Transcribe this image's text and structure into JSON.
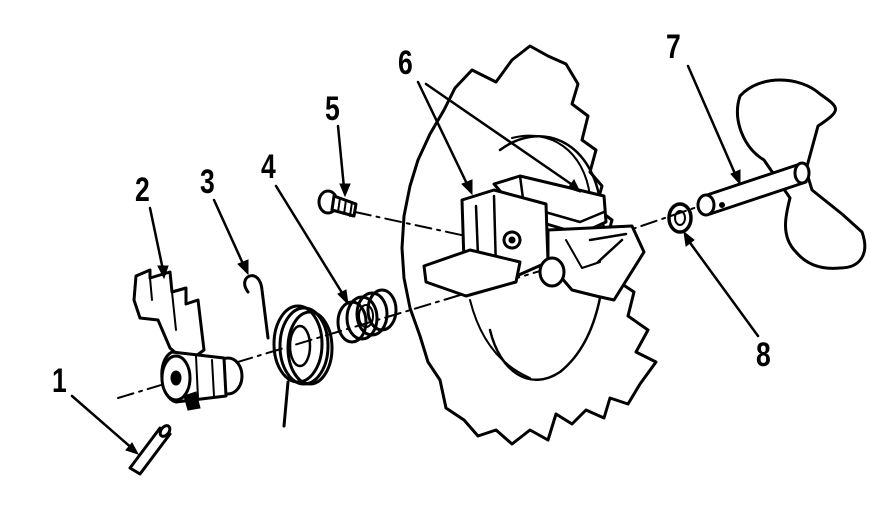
{
  "labels": {
    "part_1": "1",
    "part_2": "2",
    "part_3": "3",
    "part_4": "4",
    "part_5": "5",
    "part_6": "6",
    "part_7": "7",
    "part_8": "8"
  },
  "colors": {
    "ink": "#000000",
    "background": "#ffffff"
  }
}
